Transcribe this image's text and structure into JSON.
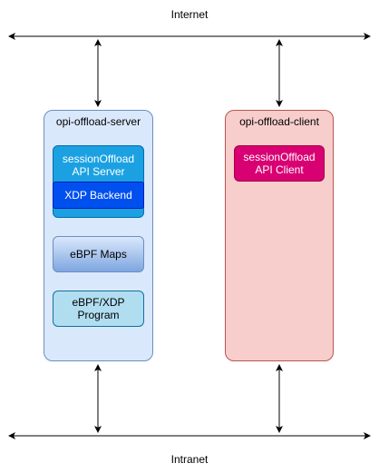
{
  "labels": {
    "internet": "Internet",
    "intranet": "Intranet"
  },
  "nodes": {
    "server": {
      "title": "opi-offload-server",
      "api_server": [
        "sessionOffload",
        "API Server"
      ],
      "xdp_backend": "XDP Backend",
      "ebpf_maps": "eBPF Maps",
      "ebpf_program": [
        "eBPF/XDP",
        "Program"
      ]
    },
    "client": {
      "title": "opi-offload-client",
      "api_client": [
        "sessionOffload",
        "API Client"
      ]
    }
  },
  "colors": {
    "server_fill": "#dae8fc",
    "client_fill": "#f8cecc",
    "api_server_fill": "#1ba1e2",
    "xdp_backend_fill": "#0050ef",
    "ebpf_program_fill": "#b1ddf0",
    "api_client_fill": "#d80073"
  }
}
